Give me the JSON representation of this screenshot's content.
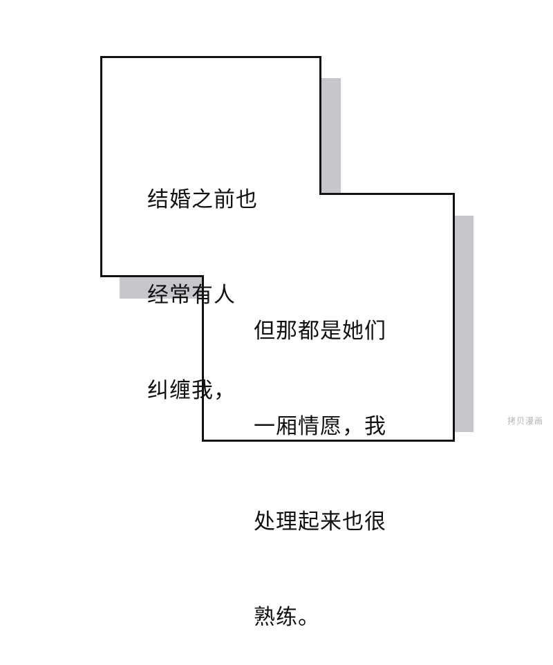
{
  "panel": {
    "box1": {
      "lines": [
        "结婚之前也",
        "经常有人",
        "纠缠我，"
      ]
    },
    "box2": {
      "lines": [
        "但那都是她们",
        "一厢情愿，我",
        "处理起来也很",
        "熟练。"
      ]
    }
  },
  "watermark": "拷贝漫画",
  "colors": {
    "background": "#ffffff",
    "border": "#111111",
    "shadow": "#c7c7cb",
    "text": "#111111"
  }
}
